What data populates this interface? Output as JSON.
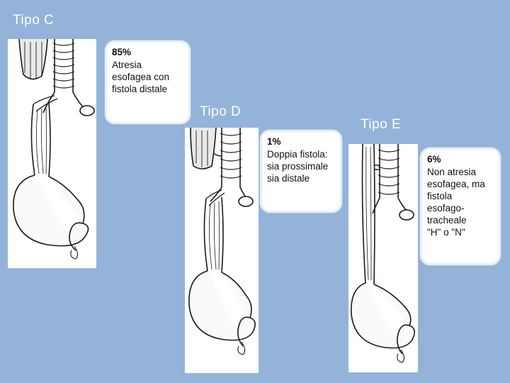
{
  "slide": {
    "type_c": {
      "title": "Tipo C",
      "percent": "85%",
      "description": "Atresia\nesofagea con\nfistola distale"
    },
    "type_d": {
      "title": "Tipo D",
      "percent": "1%",
      "description": "Doppia fistola:\nsia prossimale\nsia distale"
    },
    "type_e": {
      "title": "Tipo E",
      "percent": "6%",
      "description": "Non atresia\nesofagea, ma\nfistola\nesofago-\ntracheale\n \"H\" o \"N\""
    }
  }
}
